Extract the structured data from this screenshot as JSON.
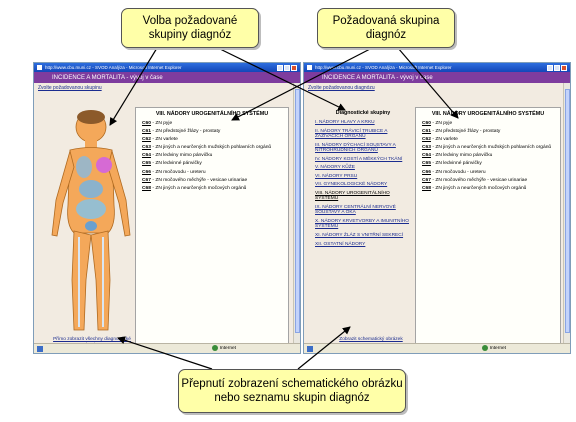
{
  "callouts": {
    "left": "Volba požadované skupiny diagnóz",
    "right": "Požadovaná skupina diagnóz",
    "bottom": "Přepnutí zobrazení schematického obrázku nebo seznamu skupin diagnóz"
  },
  "window_left": {
    "title": "http://www.cbu.muni.cz - SVOD Analýza - Microsoft Internet Explorer",
    "app_title": "INCIDENCE A MORTALITA - vývoj v čase",
    "top_link": "Zvolte požadovanou skupinu",
    "toggle_link": "Přímo zobrazit všechny diagnostické skupiny",
    "status_zone": "Internet"
  },
  "window_right": {
    "title": "http://www.cbu.muni.cz - SVOD Analýza - Microsoft Internet Explorer",
    "app_title": "INCIDENCE A MORTALITA - vývoj v čase",
    "top_link": "Zvolte požadovanou diagnózu",
    "groups_title": "Diagnostické skupiny",
    "toggle_link": "Zobrazit schematický obrázek",
    "status_zone": "Internet"
  },
  "groups": [
    "I. NÁDORY HLAVY A KRKU",
    "II. NÁDORY TRÁVICÍ TRUBICE A ZAŽÍVACÍCH ORGÁNŮ",
    "III. NÁDORY DÝCHACÍ SOUSTAVY A NITROHRUDNÍCH ORGÁNŮ",
    "IV. NÁDORY KOSTÍ A MĚKKÝCH TKÁNÍ",
    "V. NÁDORY KŮŽE",
    "VI. NÁDORY PRSU",
    "VII. GYNEKOLOGICKÉ NÁDORY",
    "VIII. NÁDORY UROGENITÁLNÍHO SYSTÉMU",
    "IX. NÁDORY CENTRÁLNÍ NERVOVÉ SOUSTAVY A OKA",
    "X. NÁDORY KRVETVORBY A IMUNITNÍHO SYSTÉMU",
    "XI. NÁDORY ŽLÁZ S VNITŘNÍ SEKRECÍ",
    "XII. OSTATNÍ NÁDORY"
  ],
  "panel_title": "VIII. NÁDORY UROGENITÁLNÍHO SYSTÉMU",
  "diagnoses": [
    {
      "code": "C60",
      "text": "- ZN pyje"
    },
    {
      "code": "C61",
      "text": "- ZN předstojné žlázy - prostaty"
    },
    {
      "code": "C62",
      "text": "- ZN varlete"
    },
    {
      "code": "C63",
      "text": "- ZN jiných a neurčených mužských pohlavních orgánů"
    },
    {
      "code": "C64",
      "text": "- ZN ledviny mimo pánvičku"
    },
    {
      "code": "C65",
      "text": "- ZN ledvinné pánvičky"
    },
    {
      "code": "C66",
      "text": "- ZN močovodu - ureteru"
    },
    {
      "code": "C67",
      "text": "- ZN močového měchýře - vesicae urinariae"
    },
    {
      "code": "C68",
      "text": "- ZN jiných a neurčených močových orgánů"
    }
  ],
  "colors": {
    "callout_bg": "#ffffa8",
    "app_bar": "#7e3c9e",
    "link": "#1b2c8f",
    "body_figure": "#f4a85a"
  }
}
